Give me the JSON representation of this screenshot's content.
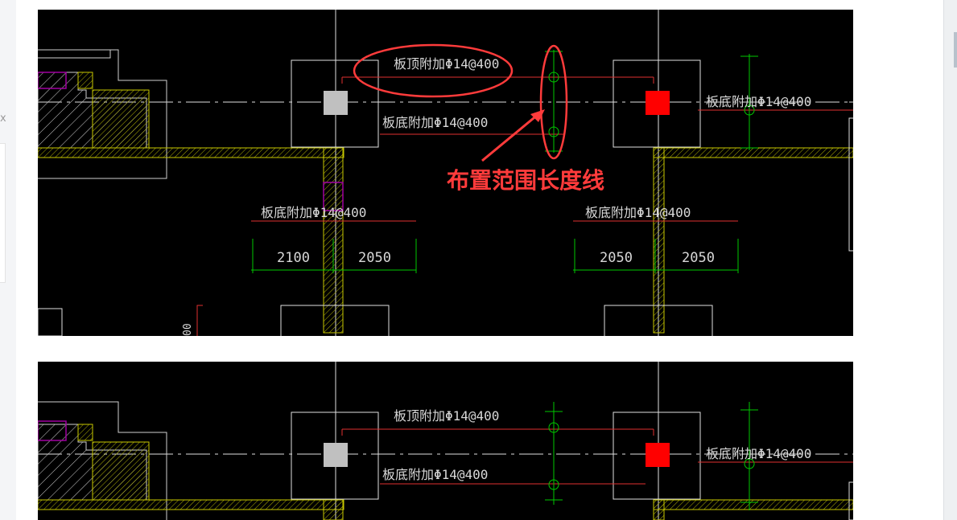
{
  "left_gutter": {
    "mark": "x"
  },
  "figure1": {
    "top_rebar_label": "板顶附加Φ14@400",
    "bottom_rebar_label_mid": "板底附加Φ14@400",
    "bottom_rebar_label_right": "板底附加Φ14@400",
    "bottom_rebar_label_lower_left": "板底附加Φ14@400",
    "bottom_rebar_label_lower_right": "板底附加Φ14@400",
    "dim_2100": "2100",
    "dim_2050_a": "2050",
    "dim_2050_b": "2050",
    "dim_2050_c": "2050",
    "edge_text": "00",
    "callout": "布置范围长度线"
  },
  "figure2": {
    "top_rebar_label": "板顶附加Φ14@400",
    "bottom_rebar_label_mid": "板底附加Φ14@400",
    "bottom_rebar_label_right": "板底附加Φ14@400"
  },
  "colors": {
    "cad_background": "#000000",
    "callout_red": "#ff3b3b",
    "wall_yellow": "#c8c800",
    "dimension_green": "#00c800",
    "purple_outline": "#a000a0",
    "red_column": "#ff0000",
    "grey_column": "#c0c0c0"
  }
}
